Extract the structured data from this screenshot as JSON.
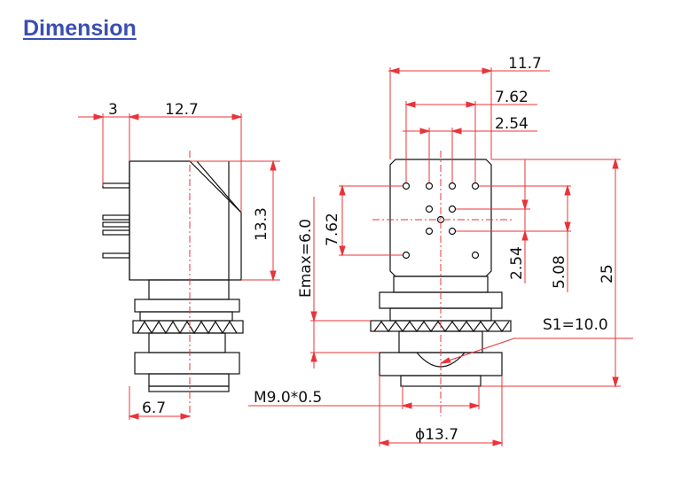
{
  "header": {
    "title": "Dimension"
  },
  "dimensions": {
    "pin_pitch_top": "3",
    "body_length": "12.7",
    "body_height_side": "13.3",
    "thread_length_side": "6.7",
    "overall_width": "11.7",
    "pin_span": "7.62",
    "pin_pitch": "2.54",
    "emax": "Emax=6.0",
    "vertical_span": "7.62",
    "pin_offset_small": "2.54",
    "pin_offset_large": "5.08",
    "overall_height": "25",
    "nut_size": "S1=10.0",
    "thread": "M9.0*0.5",
    "diameter": "ϕ13.7"
  },
  "colors": {
    "dimension_line": "#e8343a",
    "outline": "#111111",
    "title": "#3a4fb0"
  }
}
